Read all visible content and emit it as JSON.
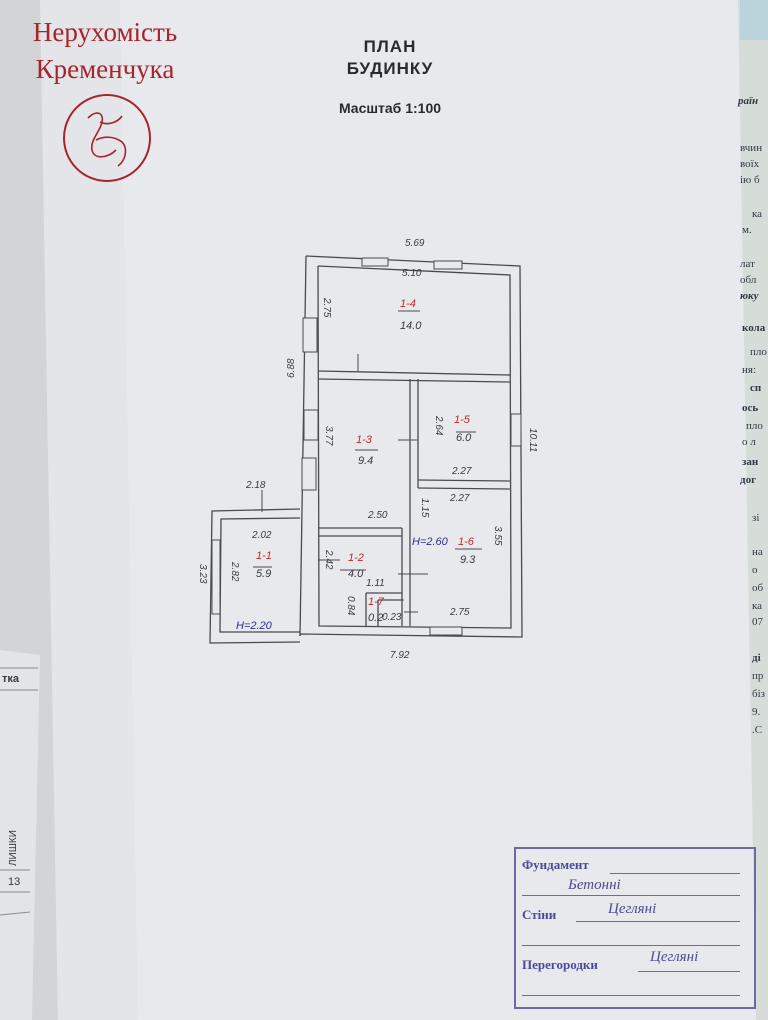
{
  "watermark": {
    "line1": "Нерухомість",
    "line2": "Кременчука"
  },
  "header": {
    "title_line1": "ПЛАН",
    "title_line2": "БУДИНКУ",
    "scale": "Масштаб 1:100"
  },
  "dimensions": {
    "top_outer": "5.69",
    "top_inner": "5.10",
    "left_upper": "6.88",
    "right_outer": "10.11",
    "bottom_outer": "7.92",
    "annex_top": "2.18",
    "annex_left": "3.23",
    "r14_height": "2.75",
    "r13_height": "3.77",
    "r15_height": "2.64",
    "r15_width": "2.27",
    "r16_top": "2.27",
    "r16_height": "3.55",
    "r16_bottom": "2.75",
    "r13_bottom": "2.50",
    "r12_height": "2.42",
    "r12_width": "1.11",
    "corridor": "1.15",
    "r11_top": "2.02",
    "r11_height": "2.82",
    "r17_height": "0.84",
    "r17_small": "0.23"
  },
  "rooms": [
    {
      "id": "1-4",
      "area": "14.0"
    },
    {
      "id": "1-3",
      "area": "9.4"
    },
    {
      "id": "1-5",
      "area": "6.0"
    },
    {
      "id": "1-6",
      "area": "9.3"
    },
    {
      "id": "1-2",
      "area": "4.0"
    },
    {
      "id": "1-1",
      "area": "5.9"
    },
    {
      "id": "1-7",
      "area": "0.2"
    }
  ],
  "heights": {
    "main": "H=2.60",
    "annex": "H=2.20"
  },
  "stamp": {
    "foundation_label": "Фундамент",
    "foundation_value": "Бетонні",
    "walls_label": "Стіни",
    "walls_value": "Цегляні",
    "partitions_label": "Перегородки",
    "partitions_value": "Цегляні"
  },
  "left_sheet": {
    "tab_label": "тка",
    "vertical_label": "ЛИШКИ",
    "number": "13"
  },
  "right_sheet": {
    "fragments": [
      "раїн",
      "вчин",
      "воїх",
      "ію б",
      "ка",
      "м.",
      "лат",
      "обл",
      "юку",
      "кола",
      "пло",
      "ня:",
      "сп",
      "ось",
      "пло",
      "о л",
      "зан",
      "дог",
      "зі",
      "на",
      "о",
      "об",
      "ка",
      "07",
      "ді",
      "пр",
      "біз",
      "9.",
      ".С"
    ]
  },
  "colors": {
    "paper": "#e6e8ec",
    "line": "#4a4a52",
    "red": "#c52a2a",
    "blue": "#2b2f8c",
    "watermark": "#a8242c"
  }
}
